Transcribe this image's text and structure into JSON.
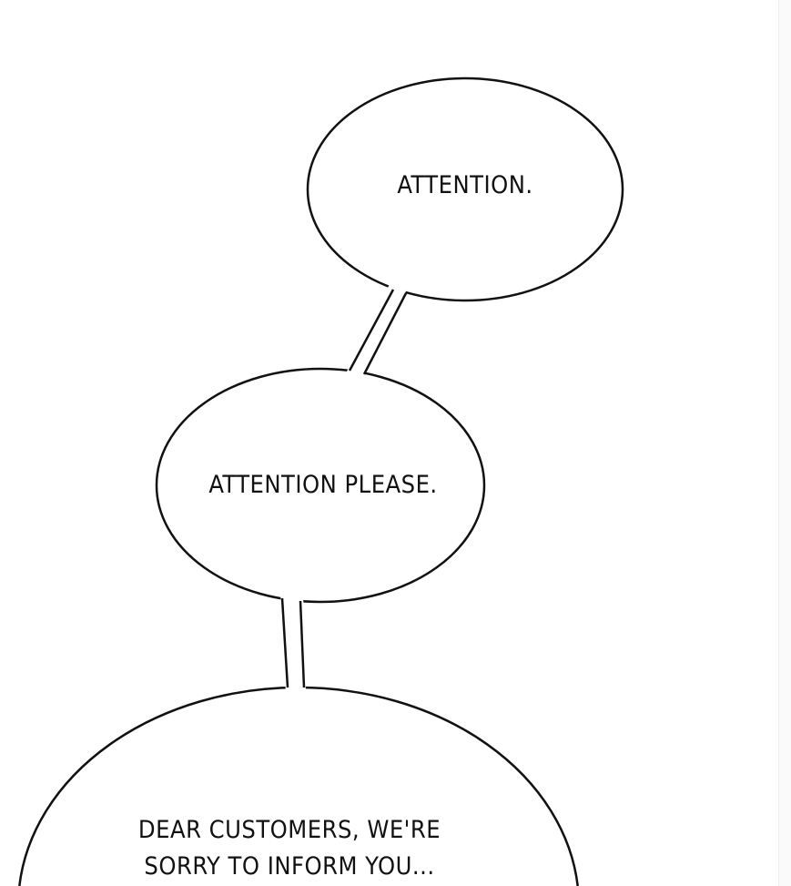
{
  "bubbles": [
    {
      "text": "ATTENTION."
    },
    {
      "text": "ATTENTION PLEASE."
    },
    {
      "lines": [
        "DEAR CUSTOMERS, WE'RE",
        "SORRY TO INFORM YOU..."
      ]
    }
  ]
}
